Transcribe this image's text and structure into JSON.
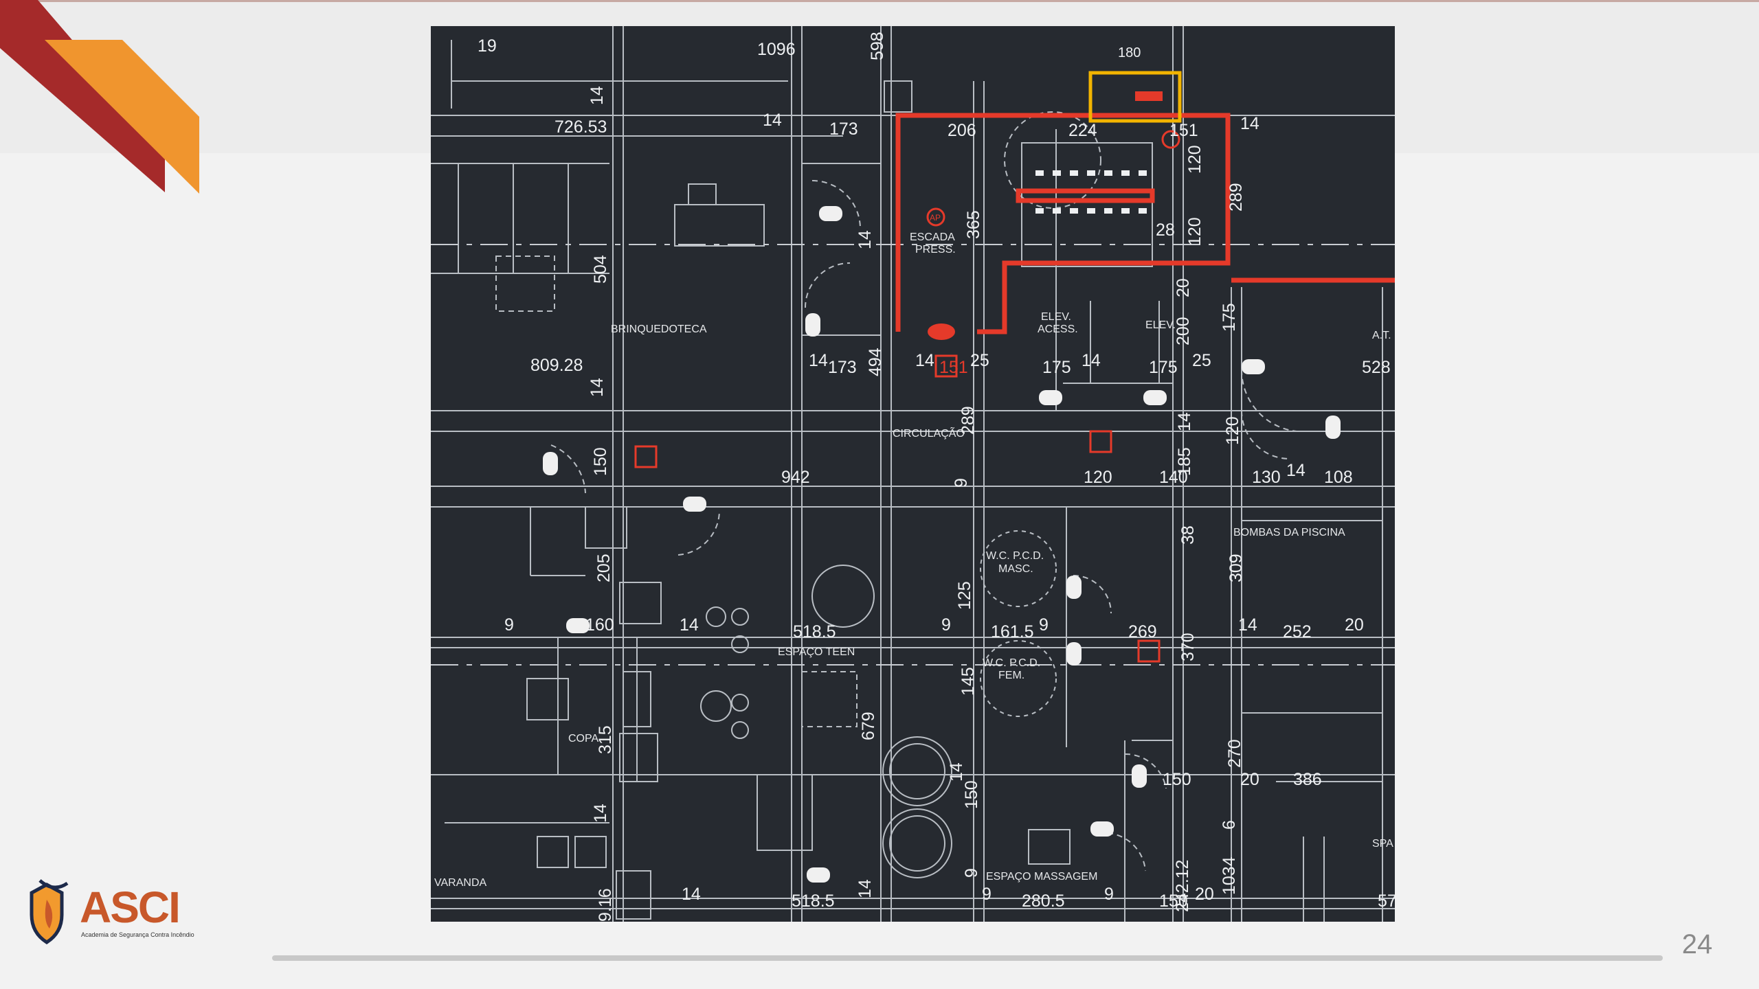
{
  "slide": {
    "page_number": "24"
  },
  "logo": {
    "name": "ASCI",
    "tagline": "Academia de Segurança Contra Incêndio",
    "colors": {
      "primary": "#c8582a",
      "dark": "#1d2a4a",
      "accent": "#f29a2e"
    }
  },
  "decoration": {
    "corner_colors": [
      "#a52a2a",
      "#f0952e"
    ]
  },
  "floor_plan": {
    "dimensions": {
      "d19": "19",
      "d1096": "1096",
      "d598": "598",
      "d180": "180",
      "d72653": "726.53",
      "d14a": "14",
      "d173a": "173",
      "d14b": "14",
      "d206": "206",
      "d224": "224",
      "d151a": "151",
      "d14c": "14",
      "d120a": "120",
      "d289a": "289",
      "d365": "365",
      "d120b": "120",
      "d28": "28",
      "d504": "504",
      "d14d": "14",
      "d20a": "20",
      "d175a": "175",
      "d200": "200",
      "d80928": "809.28",
      "d14e": "14",
      "d173b": "173",
      "d494": "494",
      "d14f": "14",
      "d151b": "151",
      "d25a": "25",
      "d175b": "175",
      "d14g": "14",
      "d175c": "175",
      "d25b": "25",
      "d528": "528",
      "d14h": "14",
      "d289b": "289",
      "d150a": "150",
      "d942": "942",
      "d9a": "9",
      "d120c": "120",
      "d140": "140",
      "d185": "185",
      "d14i": "14",
      "d120d": "120",
      "d130": "130",
      "d14j": "14",
      "d108": "108",
      "d205": "205",
      "d125": "125",
      "d38": "38",
      "d309": "309",
      "d9b": "9",
      "d160": "160",
      "d14k": "14",
      "d5185a": "518.5",
      "d9c": "9",
      "d1615": "161.5",
      "d9d": "9",
      "d269": "269",
      "d370": "370",
      "d14l": "14",
      "d252": "252",
      "d20b": "20",
      "d315": "315",
      "d679": "679",
      "d145": "145",
      "d150b": "150",
      "d270": "270",
      "d20c": "20",
      "d386": "386",
      "d14m": "14",
      "d150c": "150",
      "d14n": "14",
      "d6": "6",
      "d14o": "14",
      "d9e": "9",
      "d14p": "14",
      "d9f": "9",
      "d24212": "242.12",
      "d1034": "1034",
      "d916": "9.16",
      "d14q": "14",
      "d5185b": "518.5",
      "d9g": "9",
      "d2805": "280.5",
      "d9h": "9",
      "d150d": "150",
      "d20d": "20",
      "d57": "57"
    },
    "rooms": {
      "escada": "ESCADA",
      "press": "PRESS.",
      "brinquedoteca": "BRINQUEDOTECA",
      "elev_acess": "ELEV.",
      "elev_acess2": "ACESS.",
      "elev": "ELEV.",
      "at": "A.T.",
      "circulacao": "CIRCULAÇÃO",
      "bombas": "BOMBAS DA PISCINA",
      "wc_masc": "W.C. P.C.D.",
      "wc_masc2": "MASC.",
      "wc_fem": "W.C. P.C.D.",
      "wc_fem2": "FEM.",
      "espaco_teen": "ESPAÇO TEEN",
      "copa": "COPA",
      "varanda": "VARANDA",
      "espaco_massagem": "ESPAÇO MASSAGEM",
      "spa": "SPA",
      "ap": "AP"
    },
    "colors": {
      "background": "#262a30",
      "lines": "#b9bec4",
      "escape_route": "#e53a2a",
      "highlight": "#f2b400"
    }
  }
}
